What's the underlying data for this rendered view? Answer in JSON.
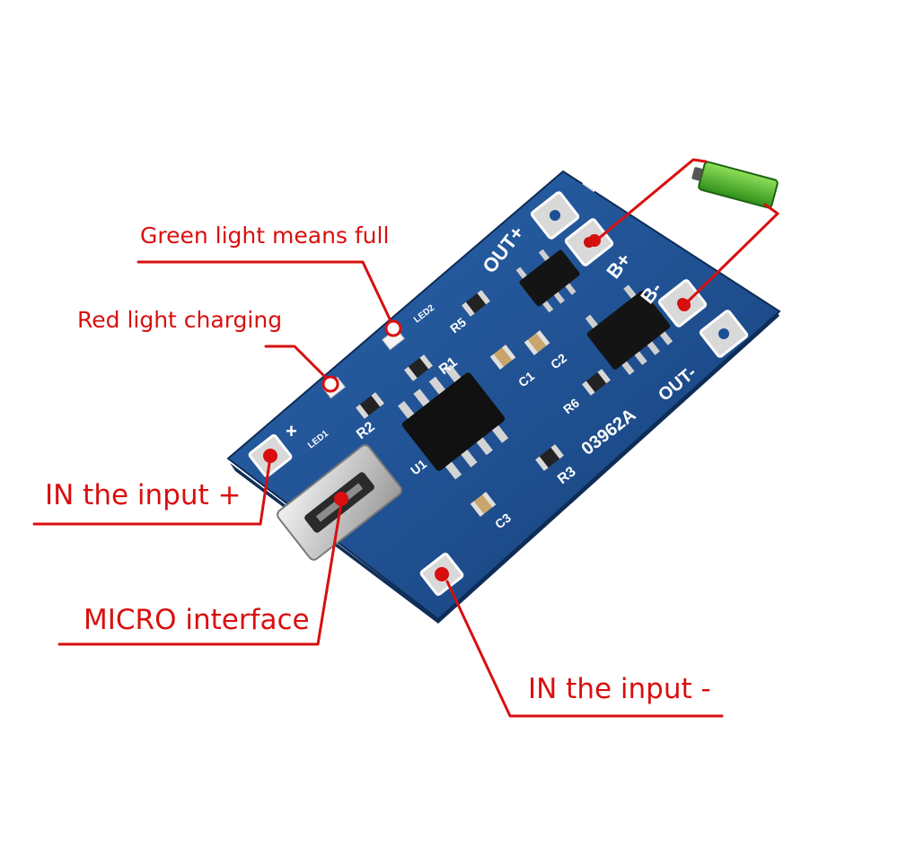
{
  "callouts": {
    "green_light": "Green light means full",
    "red_light": "Red light charging",
    "in_plus": "IN the input +",
    "micro": "MICRO interface",
    "in_minus": "IN the input -"
  },
  "silkscreen": {
    "out_plus": "OUT+",
    "out_minus": "OUT-",
    "b_plus": "B+",
    "b_minus": "B-",
    "plus": "+",
    "led1": "LED1",
    "led2": "LED2",
    "r1": "R1",
    "r2": "R2",
    "r3": "R3",
    "r5": "R5",
    "r6": "R6",
    "c1": "C1",
    "c2": "C2",
    "c3": "C3",
    "u1": "U1",
    "board_code": "03962A"
  },
  "colors": {
    "callout": "#d90f0f",
    "board": "#1c4f93",
    "silkscreen": "#ffffff",
    "battery": "#4caf2a"
  }
}
